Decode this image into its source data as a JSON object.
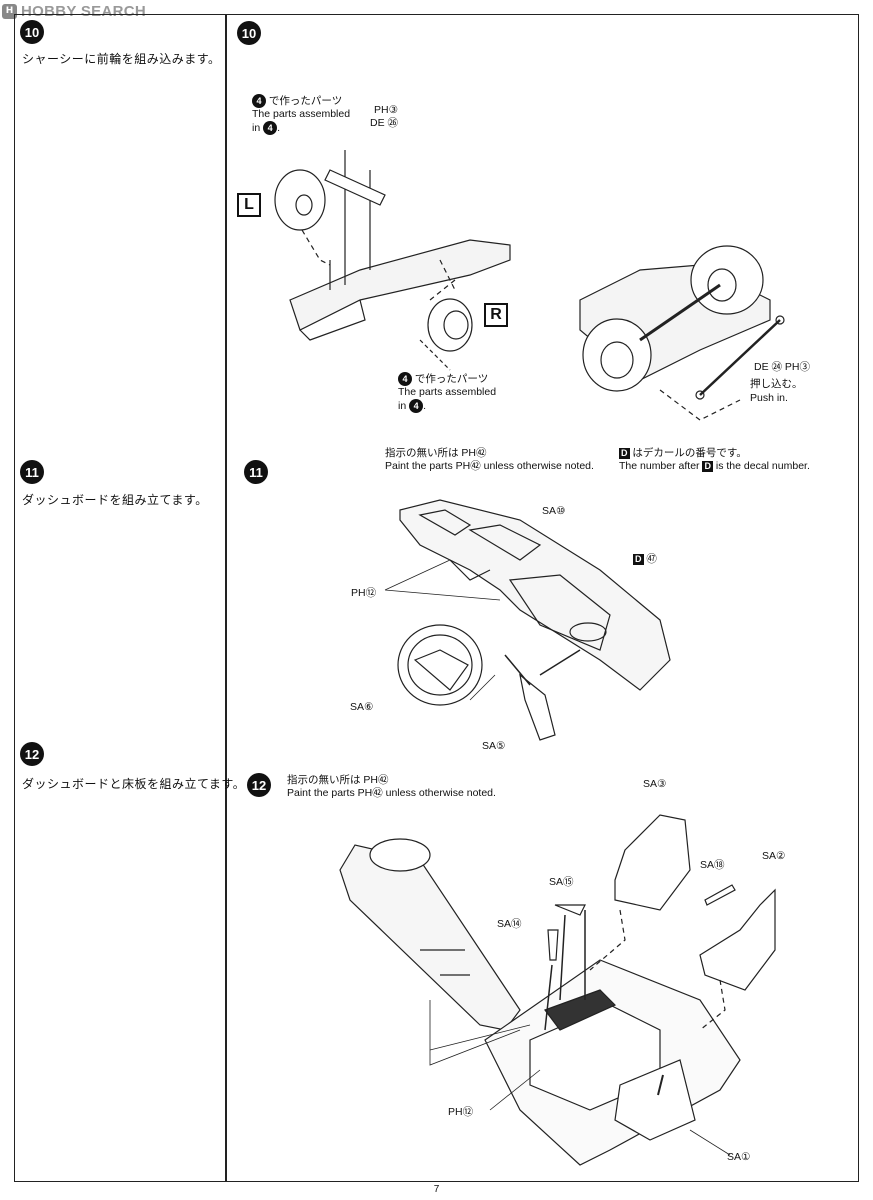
{
  "header": {
    "logo_mark": "H",
    "logo_text": "HOBBY SEARCH"
  },
  "steps": [
    {
      "number": "10",
      "text": "シャーシーに前輪を組み込みます。"
    },
    {
      "number": "11",
      "text": "ダッシュボードを組み立てます。"
    },
    {
      "number": "12",
      "text": "ダッシュボードと床板を組み立てます。"
    }
  ],
  "step10": {
    "badge": "10",
    "left_note_jp": "で作ったパーツ",
    "left_note_en1": "The parts assembled",
    "left_note_en2": "in",
    "ref_step": "4",
    "left_side": "L",
    "right_side": "R",
    "part_ph": "PH③",
    "part_de": "DE ㉖",
    "right_note_jp": "で作ったパーツ",
    "right_note_en1": "The parts assembled",
    "right_note_en2": "in",
    "tie_rod_part": "DE ㉔ PH③",
    "push_jp": "押し込む。",
    "push_en": "Push in."
  },
  "step11": {
    "badge": "11",
    "paint_note_jp": "指示の無い所は PH㊷",
    "paint_note_en": "Paint the parts PH㊷ unless otherwise noted.",
    "decal_note_jp": "はデカールの番号です。",
    "decal_note_en": "is the decal number.",
    "decal_note_en_prefix": "The number after",
    "decal_letter": "D",
    "sa10": "SA⑩",
    "d47": "㊼",
    "ph12": "PH⑫",
    "sa6": "SA⑥",
    "sa5": "SA⑤"
  },
  "step12": {
    "badge": "12",
    "paint_note_jp": "指示の無い所は PH㊷",
    "paint_note_en": "Paint the parts PH㊷ unless otherwise noted.",
    "sa3": "SA③",
    "sa18": "SA⑱",
    "sa2": "SA②",
    "sa15": "SA⑮",
    "sa14": "SA⑭",
    "ph12": "PH⑫",
    "sa1": "SA①"
  },
  "footer": {
    "page_number": "7"
  }
}
